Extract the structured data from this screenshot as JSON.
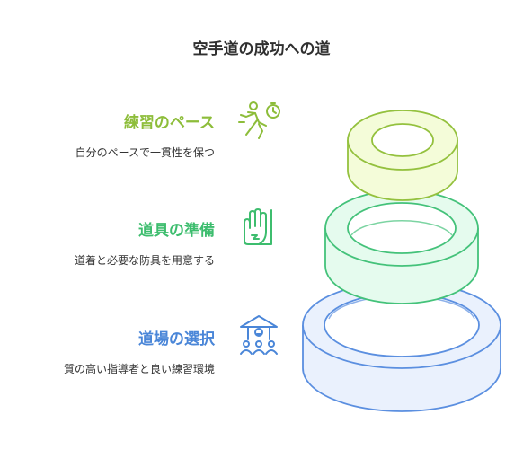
{
  "title": "空手道の成功への道",
  "steps": [
    {
      "heading": "練習のペース",
      "description": "自分のペースで一貫性を保つ",
      "color": "#8dbd3a",
      "icon": "running-stopwatch-icon"
    },
    {
      "heading": "道具の準備",
      "description": "道着と必要な防具を用意する",
      "color": "#3dbd6e",
      "icon": "glove-hand-icon"
    },
    {
      "heading": "道場の選択",
      "description": "質の高い指導者と良い練習環境",
      "color": "#4a86d8",
      "icon": "dojo-group-icon"
    }
  ],
  "colors": {
    "ring_top_fill": "#f4fcd9",
    "ring_top_stroke": "#94c13e",
    "ring_mid_fill": "#e5fbee",
    "ring_mid_stroke": "#44c27a",
    "ring_bot_fill": "#eaf1fd",
    "ring_bot_stroke": "#5b8fe0"
  }
}
